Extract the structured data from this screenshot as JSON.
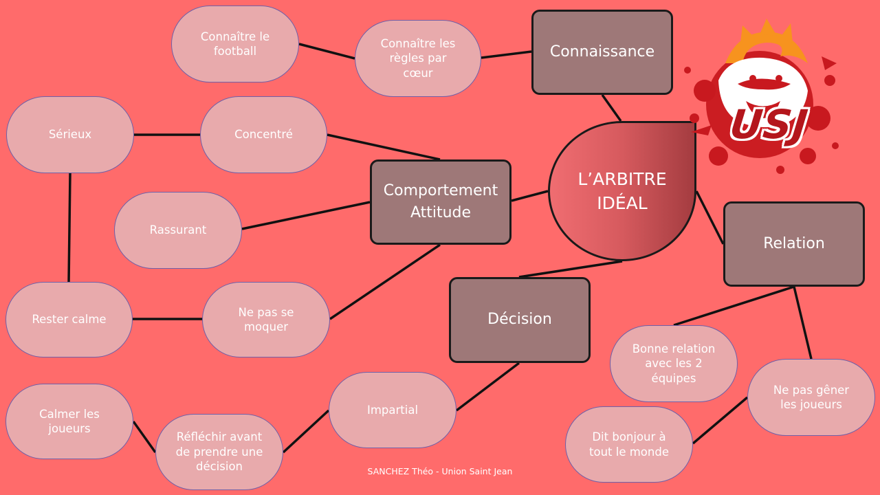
{
  "diagram": {
    "center": "L’ARBITRE IDÉAL",
    "categories": {
      "connaissance": "Connaissance",
      "comportement": "Comportement Attitude",
      "relation": "Relation",
      "decision": "Décision"
    },
    "leaves": {
      "connaitre_football": "Connaître le football",
      "connaitre_regles": "Connaître les règles par cœur",
      "serieux": "Sérieux",
      "concentre": "Concentré",
      "rassurant": "Rassurant",
      "rester_calme": "Rester calme",
      "ne_pas_se_moquer": "Ne pas se moquer",
      "bonne_relation": "Bonne relation avec les 2 équipes",
      "ne_pas_gener": "Ne pas gêner les joueurs",
      "dit_bonjour": "Dit bonjour à tout le monde",
      "impartial": "Impartial",
      "reflechir": "Réfléchir avant de prendre une décision",
      "calmer_joueurs": "Calmer les joueurs"
    },
    "connections": [
      [
        "connaitre_football",
        "connaitre_regles"
      ],
      [
        "connaitre_regles",
        "connaissance"
      ],
      [
        "connaissance",
        "center"
      ],
      [
        "serieux",
        "concentre"
      ],
      [
        "concentre",
        "comportement"
      ],
      [
        "serieux",
        "rester_calme"
      ],
      [
        "rester_calme",
        "ne_pas_se_moquer"
      ],
      [
        "rassurant",
        "comportement"
      ],
      [
        "ne_pas_se_moquer",
        "comportement"
      ],
      [
        "comportement",
        "center"
      ],
      [
        "center",
        "relation"
      ],
      [
        "relation",
        "bonne_relation"
      ],
      [
        "relation",
        "ne_pas_gener"
      ],
      [
        "ne_pas_gener",
        "dit_bonjour"
      ],
      [
        "center",
        "decision"
      ],
      [
        "decision",
        "impartial"
      ],
      [
        "impartial",
        "reflechir"
      ],
      [
        "reflechir",
        "calmer_joueurs"
      ]
    ]
  },
  "logo": {
    "text": "USJ",
    "icon": "tiger-head-icon",
    "color_primary": "#b4161c",
    "color_accent": "#f7931e"
  },
  "footer": "SANCHEZ Théo - Union Saint Jean",
  "colors": {
    "background": "#ff6b6b",
    "leaf": "#e8aaac",
    "category": "#9e7878",
    "line": "#111111"
  }
}
